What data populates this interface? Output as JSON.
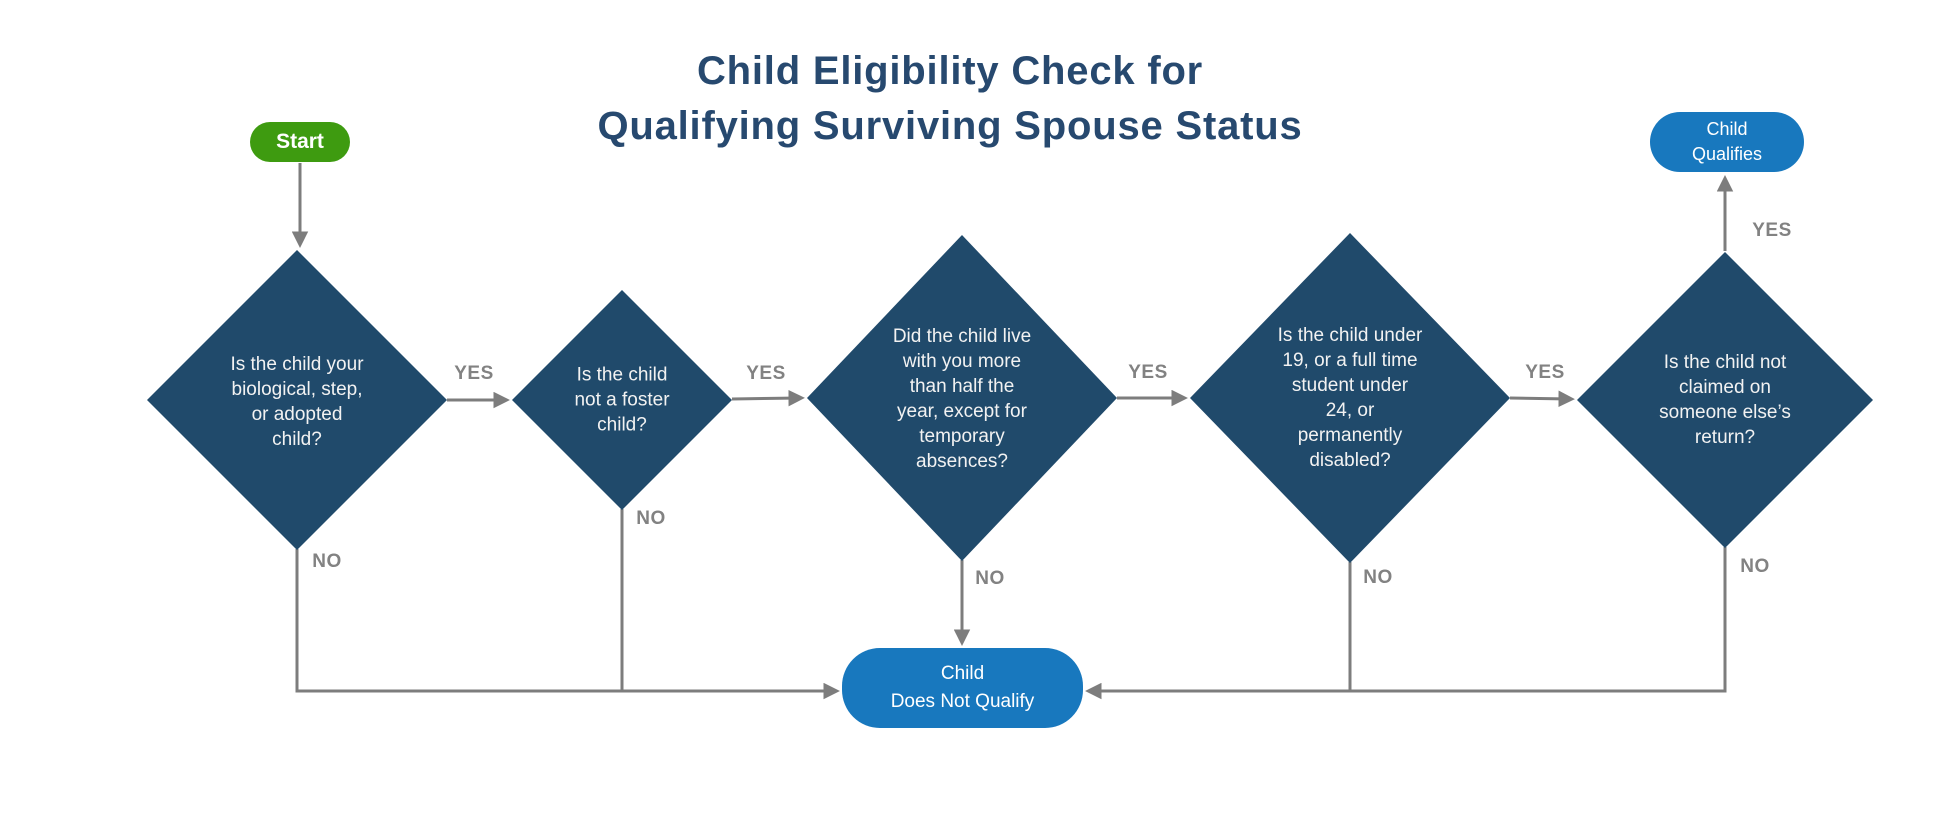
{
  "title": "Child Eligibility Check for\nQualifying Surviving Spouse Status",
  "colors": {
    "diamond_navy": "#204A6B",
    "pill_blue": "#1878BE",
    "start_green": "#3E9B10",
    "arrow_gray": "#7D7D7D",
    "label_gray": "#828282",
    "title_navy": "#27496F"
  },
  "nodes": {
    "start": {
      "label": "Start"
    },
    "q1": {
      "text": "Is the child your\nbiological,  step,\nor adopted\nchild?"
    },
    "q2": {
      "text": "Is the child\nnot a foster\nchild?"
    },
    "q3": {
      "text": "Did the child live\nwith you more\nthan half the\nyear, except for\ntemporary\nabsences?"
    },
    "q4": {
      "text": "Is the child under\n19, or a full time\nstudent under\n24, or\npermanently\ndisabled?"
    },
    "q5": {
      "text": "Is the child not\nclaimed on\nsomeone else’s\nreturn?"
    },
    "qualifies": {
      "text": "Child\nQualifies"
    },
    "not_qualifies": {
      "text": "Child\nDoes Not Qualify"
    }
  },
  "edge_labels": {
    "yes_q1_q2": "YES",
    "yes_q2_q3": "YES",
    "yes_q3_q4": "YES",
    "yes_q4_q5": "YES",
    "yes_q5_qualifies": "YES",
    "no_q1": "NO",
    "no_q2": "NO",
    "no_q3": "NO",
    "no_q4": "NO",
    "no_q5": "NO"
  }
}
